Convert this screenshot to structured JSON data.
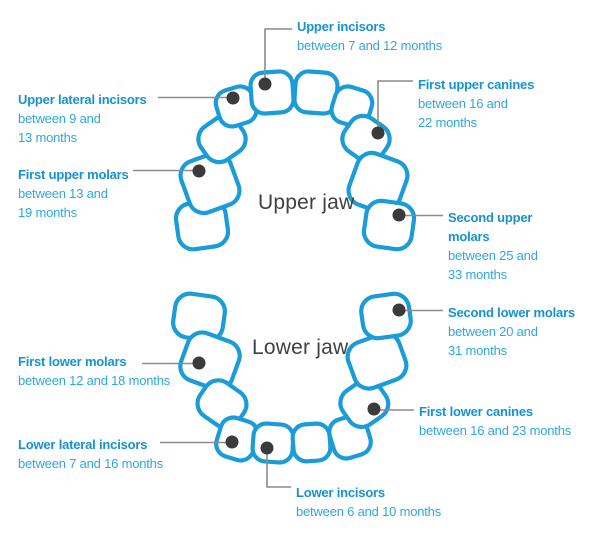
{
  "figure_title": "Baby teeth eruption diagram",
  "jaws": {
    "upper": "Upper jaw",
    "lower": "Lower jaw"
  },
  "labels": [
    {
      "id": "upper-incisors",
      "title": "Upper incisors",
      "lines": [
        "between 7 and 12 months"
      ]
    },
    {
      "id": "upper-lateral-incisors",
      "title": "Upper lateral incisors",
      "lines": [
        "between 9 and",
        "13 months"
      ]
    },
    {
      "id": "first-upper-molars",
      "title": "First upper molars",
      "lines": [
        "between 13 and",
        "19 months"
      ]
    },
    {
      "id": "first-upper-canines",
      "title": "First upper canines",
      "lines": [
        "between 16 and",
        "22 months"
      ]
    },
    {
      "id": "second-upper-molars",
      "title": "Second upper molars",
      "lines": [
        "between 25 and",
        "33 months"
      ]
    },
    {
      "id": "second-lower-molars",
      "title": "Second lower molars",
      "lines": [
        "between 20 and",
        "31 months"
      ]
    },
    {
      "id": "first-lower-molars",
      "title": "First lower molars",
      "lines": [
        "between 12 and 18 months"
      ]
    },
    {
      "id": "first-lower-canines",
      "title": "First lower canines",
      "lines": [
        "between 16 and 23 months"
      ]
    },
    {
      "id": "lower-lateral-incisors",
      "title": "Lower lateral incisors",
      "lines": [
        "between 7 and 16 months"
      ]
    },
    {
      "id": "lower-incisors",
      "title": "Lower incisors",
      "lines": [
        "between 6 and 10 months"
      ]
    }
  ],
  "colors": {
    "tooth_outline": "#1A9CD8",
    "label_title": "#1693CE",
    "label_sub": "#30A7DC",
    "jaw_text": "#414042",
    "leader_line": "#8C8C8C",
    "dot": "#3B3B3B"
  }
}
